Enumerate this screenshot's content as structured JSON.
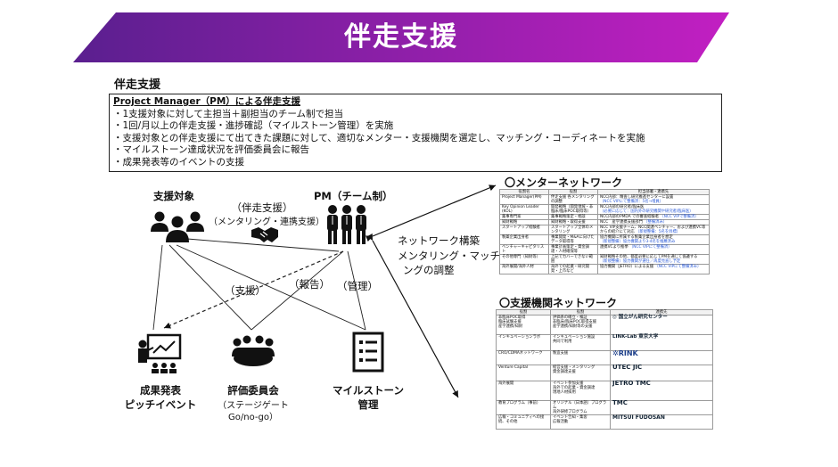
{
  "banner": {
    "title": "伴走支援",
    "color_start": "#5a1f8f",
    "color_end": "#c21fc2"
  },
  "section": {
    "title": "伴走支援"
  },
  "summary": {
    "heading": "Project Manager（PM）による伴走支援",
    "lines": [
      "・1支援対象に対して主担当＋副担当のチーム制で担当",
      "・1回/月以上の伴走支援・進捗確認（マイルストーン管理）を実施",
      "・支援対象との伴走支援にて出てきた課題に対して、適切なメンター・支援機関を選定し、マッチング・コーディネートを実施",
      "・マイルストーン達成状況を評価委員会に報告",
      "・成果発表等のイベントの支援"
    ]
  },
  "diagram": {
    "support_target": "支援対象",
    "pm": "PM（チーム制）",
    "companion_label": "（伴走支援）",
    "companion_sub": "（メンタリング・連携支援）",
    "network_build_1": "ネットワーク構築",
    "network_build_2": "メンタリング・マッチ",
    "network_build_3": "ングの調整",
    "support": "（支援）",
    "report": "（報告）",
    "manage": "（管理）",
    "presentation_1": "成果発表",
    "presentation_2": "ピッチイベント",
    "committee_1": "評価委員会",
    "committee_2": "（ステージゲート",
    "committee_3": "Go/no-go）",
    "milestone_1": "マイルストーン",
    "milestone_2": "管理"
  },
  "mentor_network": {
    "title": "〇メンターネットワーク",
    "headers": [
      "役割名",
      "役割",
      "担当部署・連携先"
    ],
    "rows": [
      [
        "Project Manager(PM)",
        "伴走支援\n各メンタリングの調整",
        "NCC内部：精査し研究推進センターに設置",
        "（NCC VIPにて整備済：5名→増員）"
      ],
      [
        "Key Opinion Leader (KOL)",
        "開発戦略（開発領域・非臨床/臨床POC取得等）",
        "NCC内部の研究者/臨床医",
        "（必要に応じて：国内外の研究機関や研究者/臨床医）"
      ],
      [
        "薬事専門家",
        "薬事戦略策定・相談",
        "NCC内部のPMDA での審査経験者",
        "（NCC VIPで整備済）"
      ],
      [
        "知財戦略",
        "知財戦略・取得支援",
        "NCC　産学連携支援部門",
        "（整備済み）"
      ],
      [
        "スタートアップ経験者",
        "スタートアップ全体のメンタリング",
        "NCC VIP支援チーム、NCC関連ベンチャー、および連携VC等からの紹介にて対応",
        "（新規整備：5名を目標）"
      ],
      [
        "製薬企業出身者",
        "事業開発・M&Aに向けたデータ取得等",
        "協力機関に所属する製薬企業出身者を想定",
        "（新規整備）協力機関より3-4名を推薦済み"
      ],
      [
        "ベンチャーキャピタリスト",
        "事業計画策定・資金調達・人材確保等",
        "連携VCより推挙",
        "（NCC VIPにて整備済）"
      ],
      [
        "その他専門（知財等）",
        "上記でカバーできない範囲",
        "知財戦略その他、都度必要に応じてPMを通じて協議する",
        "（新規整備）協力機関が選任／再度見直し予定"
      ],
      [
        "海外展開/海外人材",
        "海外での起業・研究開発・上市など",
        "協力機関（JETRO）による支援",
        "（NCC VIPにて整備済み）"
      ]
    ]
  },
  "support_network": {
    "title": "〇支援機関ネットワーク",
    "headers": [
      "役割",
      "役割",
      "連携先"
    ],
    "rows": [
      [
        "非臨床POC取得\n臨床試験支援\n産学連携/知財",
        "評価系の確立・検証\n非臨床/臨床POC取得支援\n産学連携/知財等の支援",
        "国立がん研究センター"
      ],
      [
        "インキュベーションラボ",
        "インキュベーション施設\n共同で利用",
        "LINK-Lab 東京大学"
      ],
      [
        "CRO/CDMAネットワーク",
        "製造支援",
        "RINK"
      ],
      [
        "Venture Capital",
        "経営支援・メンタリング\n資金調達支援",
        "UTEC  JIC"
      ],
      [
        "海外展開",
        "イベント参加支援\n海外での起業・資金調達\n現地人材採用",
        "JETRO  TMC"
      ],
      [
        "教育プログラム（事前）",
        "オリジナル（日本語）プログラム\n海外研修プログラム",
        "TMC"
      ],
      [
        "広報・コミュニティへの接続、その他",
        "イベント告知・集客\n広報活動",
        "MITSUI FUDOSAN"
      ]
    ]
  }
}
